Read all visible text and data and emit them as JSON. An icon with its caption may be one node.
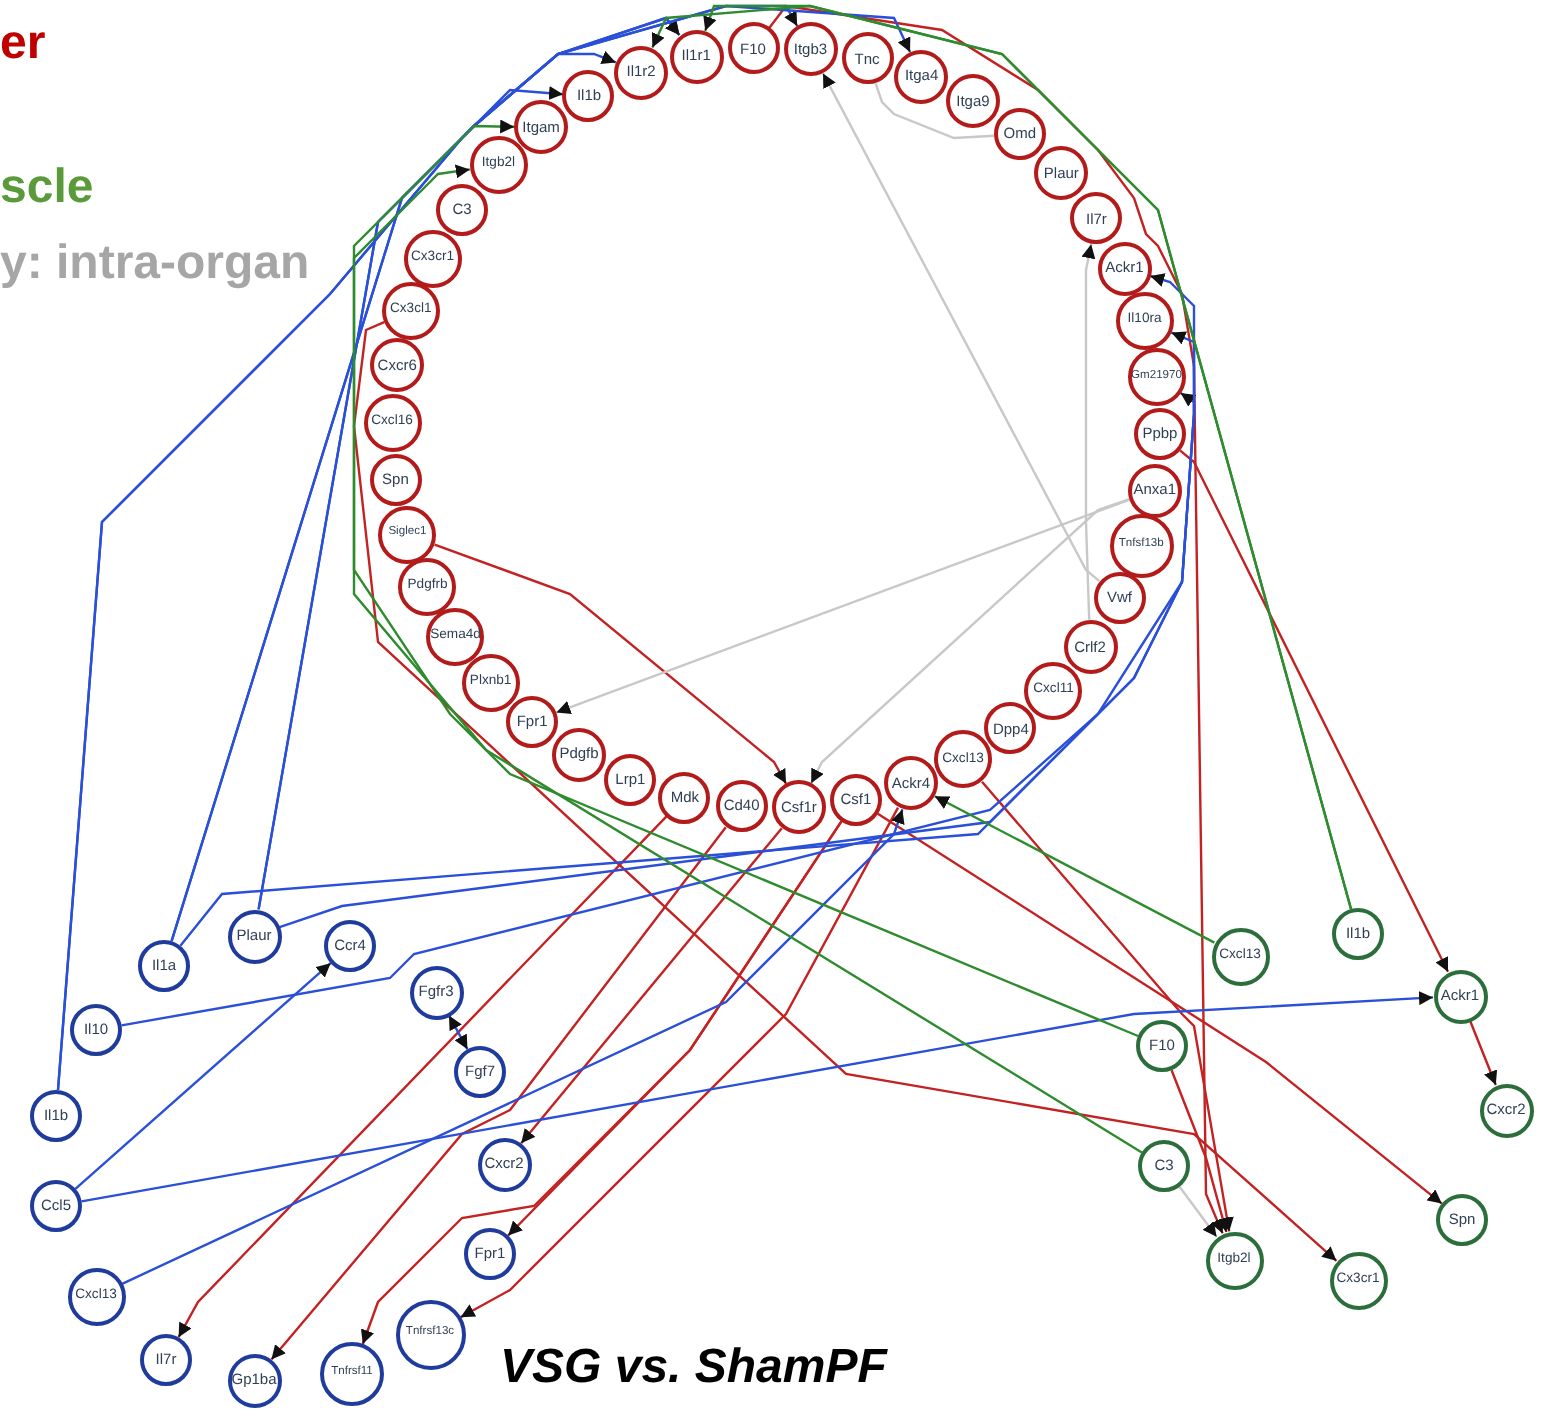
{
  "diagram": {
    "title": "VSG vs. ShamPF",
    "nodes": [
      {
        "text": [
          "Il1r1"
        ]
      },
      {
        "text": [
          "F10"
        ]
      },
      {
        "text": [
          "Itgb3"
        ]
      },
      {
        "text": [
          "Tnc"
        ]
      },
      {
        "text": [
          "Itga4"
        ]
      },
      {
        "text": [
          "Itga9"
        ]
      },
      {
        "text": [
          "Omd"
        ]
      },
      {
        "text": [
          "Plaur"
        ]
      },
      {
        "text": [
          "Il7r"
        ]
      },
      {
        "text": [
          "Ackr1"
        ]
      },
      {
        "text": [
          "Il10ra"
        ]
      },
      {
        "text": [
          "Gm21970"
        ]
      },
      {
        "text": [
          "Ppbp"
        ]
      },
      {
        "text": [
          "Anxa1"
        ]
      },
      {
        "text": [
          "Tnfsf13b"
        ]
      },
      {
        "text": [
          "Vwf"
        ]
      },
      {
        "text": [
          "Crlf2"
        ]
      },
      {
        "text": [
          "Cxcl11"
        ]
      },
      {
        "text": [
          "Dpp4"
        ]
      },
      {
        "text": [
          "Cxcl13"
        ]
      },
      {
        "text": [
          "Ackr4"
        ]
      },
      {
        "text": [
          "Csf1"
        ]
      },
      {
        "text": [
          "Csf1r"
        ]
      },
      {
        "text": [
          "Cd40"
        ]
      },
      {
        "text": [
          "Mdk"
        ]
      },
      {
        "text": [
          "Lrp1"
        ]
      },
      {
        "text": [
          "Pdgfb"
        ]
      },
      {
        "text": [
          "Fpr1"
        ]
      },
      {
        "text": [
          "Plxnb1"
        ]
      },
      {
        "text": [
          "Sema4d"
        ]
      },
      {
        "text": [
          "Pdgfrb"
        ]
      },
      {
        "text": [
          "Siglec1"
        ]
      },
      {
        "text": [
          "Spn"
        ]
      },
      {
        "text": [
          "Cxcl16"
        ]
      },
      {
        "text": [
          "Cxcr6"
        ]
      },
      {
        "text": [
          "Cx3cl1"
        ]
      },
      {
        "text": [
          "Cx3cr1"
        ]
      },
      {
        "text": [
          "C3"
        ]
      },
      {
        "text": [
          "Itgb2l"
        ]
      },
      {
        "text": [
          "Itgam"
        ]
      },
      {
        "text": [
          "Il1b"
        ]
      },
      {
        "text": [
          "Il1r2"
        ]
      },
      {
        "text": [
          "Il1a"
        ]
      },
      {
        "text": [
          "Plaur"
        ]
      },
      {
        "text": [
          "Ccr4"
        ]
      },
      {
        "text": [
          "Fgfr3"
        ]
      },
      {
        "text": [
          "Il10"
        ]
      },
      {
        "text": [
          "Fgf7"
        ]
      },
      {
        "text": [
          "Il1b"
        ]
      },
      {
        "text": [
          "Cxcr2"
        ]
      },
      {
        "text": [
          "Ccl5"
        ]
      },
      {
        "text": [
          "Fpr1"
        ]
      },
      {
        "text": [
          "Cxcl13"
        ]
      },
      {
        "text": [
          "Tnfrsf13c"
        ]
      },
      {
        "text": [
          "Il7r"
        ]
      },
      {
        "text": [
          "Tnfrsf11"
        ]
      },
      {
        "text": [
          "Gp1ba"
        ]
      },
      {
        "text": [
          "Il1b"
        ]
      },
      {
        "text": [
          "Cxcl13"
        ]
      },
      {
        "text": [
          "Ackr1"
        ]
      },
      {
        "text": [
          "F10"
        ]
      },
      {
        "text": [
          "Cxcr2"
        ]
      },
      {
        "text": [
          "C3"
        ]
      },
      {
        "text": [
          "Spn"
        ]
      },
      {
        "text": [
          "Itgb2l"
        ]
      },
      {
        "text": [
          "Cx3cr1"
        ]
      }
    ],
    "edges": [
      {
        "from": 22,
        "to": 49,
        "arrow": "to"
      },
      {
        "from": 21,
        "to": 51,
        "arrow": "to"
      },
      {
        "from": 20,
        "to": 53,
        "arrow": "to"
      },
      {
        "from": 23,
        "to": 56,
        "arrow": "to"
      },
      {
        "from": 24,
        "to": 54,
        "arrow": "to"
      },
      {
        "from": 21,
        "to": 55,
        "arrow": "to"
      },
      {
        "from": 12,
        "to": 59,
        "arrow": "to"
      },
      {
        "from": 59,
        "to": 61,
        "arrow": "to"
      },
      {
        "from": 35,
        "to": 65,
        "arrow": "to"
      },
      {
        "from": 31,
        "to": 22,
        "arrow": "to"
      },
      {
        "from": 19,
        "to": 64,
        "arrow": "to"
      },
      {
        "from": 1,
        "to": 64,
        "arrow": "to"
      },
      {
        "from": 21,
        "to": 63,
        "arrow": "to"
      },
      {
        "from": 60,
        "to": 64,
        "arrow": "to"
      },
      {
        "from": 42,
        "to": 0,
        "arrow": "to",
        "color": "#2a4fd8"
      },
      {
        "from": 42,
        "to": 41,
        "arrow": "to",
        "color": "#2a4fd8"
      },
      {
        "from": 48,
        "to": 0,
        "arrow": "to",
        "color": "#2a4fd8"
      },
      {
        "from": 48,
        "to": 40,
        "arrow": "to",
        "color": "#2a4fd8"
      },
      {
        "from": 46,
        "to": 10,
        "arrow": "to",
        "color": "#2a4fd8"
      },
      {
        "from": 43,
        "to": 2,
        "arrow": "to",
        "color": "#2a4fd8"
      },
      {
        "from": 43,
        "to": 4,
        "arrow": "to",
        "color": "#2a4fd8"
      },
      {
        "from": 43,
        "to": 11,
        "arrow": "to",
        "color": "#2a4fd8"
      },
      {
        "from": 42,
        "to": 9,
        "arrow": "to",
        "color": "#2a4fd8"
      },
      {
        "from": 50,
        "to": 44,
        "arrow": "to",
        "color": "#2a4fd8"
      },
      {
        "from": 50,
        "to": 59,
        "arrow": "to",
        "color": "#2a4fd8"
      },
      {
        "from": 45,
        "to": 47,
        "arrow": "both",
        "color": "#2a4fd8"
      },
      {
        "from": 52,
        "to": 20,
        "arrow": "to",
        "color": "#2a4fd8"
      },
      {
        "from": 57,
        "to": 0,
        "arrow": "to",
        "color": "#2e8b2e"
      },
      {
        "from": 57,
        "to": 41,
        "arrow": "to",
        "color": "#2e8b2e"
      },
      {
        "from": 58,
        "to": 20,
        "arrow": "to",
        "color": "#2e8b2e"
      },
      {
        "from": 62,
        "to": 38,
        "arrow": "to",
        "color": "#2e8b2e"
      },
      {
        "from": 60,
        "to": 39,
        "arrow": "to",
        "color": "#2e8b2e"
      },
      {
        "from": 15,
        "to": 2,
        "arrow": "to",
        "color": "#c8c8c8"
      },
      {
        "from": 16,
        "to": 8,
        "arrow": "to",
        "color": "#c8c8c8"
      },
      {
        "from": 13,
        "to": 27,
        "arrow": "to",
        "color": "#c8c8c8"
      },
      {
        "from": 13,
        "to": 22,
        "arrow": "to",
        "color": "#c8c8c8"
      },
      {
        "from": 3,
        "to": 6,
        "arrow": "none",
        "color": "#c8c8c8"
      },
      {
        "from": 62,
        "to": 64,
        "arrow": "to",
        "color": "#c8c8c8"
      }
    ],
    "legend": [
      {
        "text": "er",
        "color": "#c00000"
      },
      {
        "text": "scle",
        "color": "#5a9a3a"
      },
      {
        "text": "y: intra-organ",
        "color": "#a6a6a6"
      }
    ]
  }
}
